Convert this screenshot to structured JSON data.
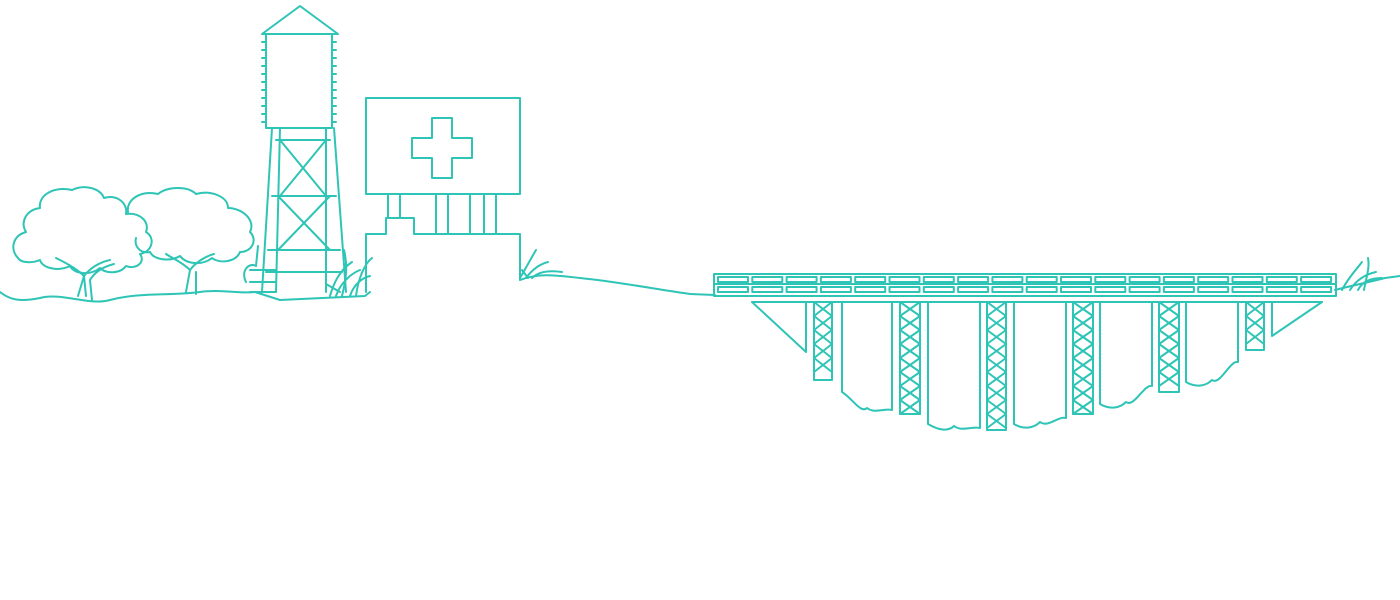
{
  "illustration": {
    "style": "teal line-art",
    "stroke_color": "#2ec4b6",
    "background_color": "#ffffff",
    "elements": [
      "acacia-trees",
      "water-tower",
      "health-clinic",
      "grass-tufts",
      "trestle-bridge"
    ],
    "clinic_sign_icon": "medical-cross-icon"
  }
}
